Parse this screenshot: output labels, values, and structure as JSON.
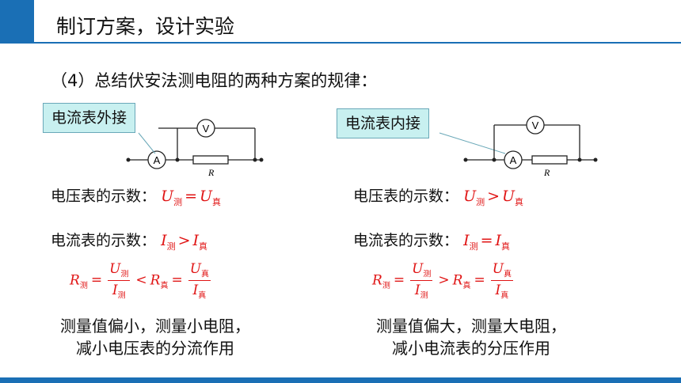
{
  "header": {
    "title": "制订方案，设计实验"
  },
  "section": {
    "subtitle": "（4）总结伏安法测电阻的两种方案的规律："
  },
  "left": {
    "callout": "电流表外接",
    "voltmeter_label": "V",
    "ammeter_label": "A",
    "resistor_label": "R",
    "voltage_text": "电压表的示数：",
    "voltage_formula": {
      "lhs": "U",
      "lhs_sub": "测",
      "op": "=",
      "rhs": "U",
      "rhs_sub": "真"
    },
    "current_text": "电流表的示数：",
    "current_formula": {
      "lhs": "I",
      "lhs_sub": "测",
      "op": ">",
      "rhs": "I",
      "rhs_sub": "真"
    },
    "resistance_formula": {
      "r1": "R",
      "r1_sub": "测",
      "eq": "=",
      "n1": "U",
      "n1_sub": "测",
      "d1": "I",
      "d1_sub": "测",
      "cmp": "<",
      "r2": "R",
      "r2_sub": "真",
      "n2": "U",
      "n2_sub": "真",
      "d2": "I",
      "d2_sub": "真"
    },
    "conclusion_1": "测量值偏小，测量小电阻，",
    "conclusion_2": "减小电压表的分流作用"
  },
  "right": {
    "callout": "电流表内接",
    "voltmeter_label": "V",
    "ammeter_label": "A",
    "resistor_label": "R",
    "voltage_text": "电压表的示数：",
    "voltage_formula": {
      "lhs": "U",
      "lhs_sub": "测",
      "op": ">",
      "rhs": "U",
      "rhs_sub": "真"
    },
    "current_text": "电流表的示数：",
    "current_formula": {
      "lhs": "I",
      "lhs_sub": "测",
      "op": "=",
      "rhs": "I",
      "rhs_sub": "真"
    },
    "resistance_formula": {
      "r1": "R",
      "r1_sub": "测",
      "eq": "=",
      "n1": "U",
      "n1_sub": "测",
      "d1": "I",
      "d1_sub": "测",
      "cmp": ">",
      "r2": "R",
      "r2_sub": "真",
      "n2": "U",
      "n2_sub": "真",
      "d2": "I",
      "d2_sub": "真"
    },
    "conclusion_1": "测量值偏大，测量大电阻，",
    "conclusion_2": "减小电流表的分压作用"
  },
  "colors": {
    "accent": "#1a6fb5",
    "formula": "#e01414",
    "callout_bg": "#c8f0f0"
  }
}
